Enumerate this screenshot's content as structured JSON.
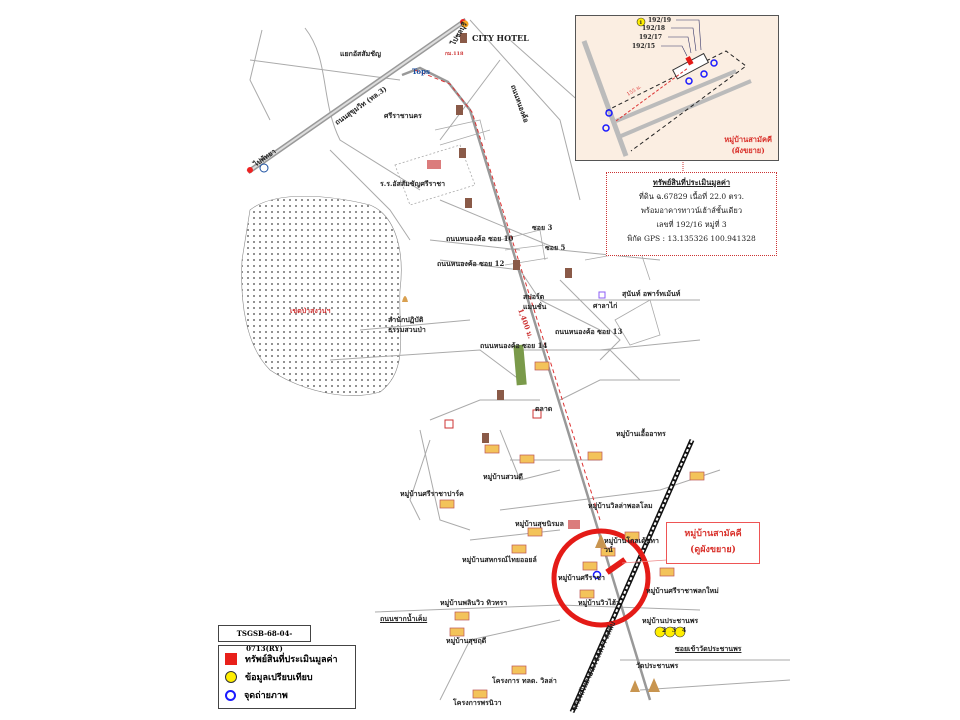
{
  "report_code": "TSGSB-68-04-0713(RY)",
  "legend": [
    {
      "label": "ทรัพย์สินที่ประเมินมูลค่า",
      "icon": "red-square",
      "color": "#e8201a"
    },
    {
      "label": "ข้อมูลเปรียบเทียบ",
      "icon": "yellow-circle",
      "color": "#ffee00"
    },
    {
      "label": "จุดถ่ายภาพ",
      "icon": "camera-direction",
      "color": "#1a1aff"
    }
  ],
  "inset": {
    "house_numbers": [
      "192/19",
      "192/18",
      "192/17",
      "192/15"
    ],
    "comparable_marker": "1",
    "distance": "155 ม.",
    "village_name": "หมู่บ้านสามัคคี",
    "village_note": "(ผังขยาย)"
  },
  "info_box": {
    "title": "ทรัพย์สินที่ประเมินมูลค่า",
    "line1": "ที่ดิน ฉ.67829 เนื้อที่ 22.0 ตรว.",
    "line2": "พร้อมอาคารทาวน์เฮ้าส์ชั้นเดียว",
    "line3": "เลขที่ 192/16 หมู่ที่ 3",
    "gps": "พิกัด GPS : 13.135326 100.941328"
  },
  "callout": {
    "line1": "หมู่บ้านสามัคคี",
    "line2": "(ดูผังขยาย)"
  },
  "comparables": [
    "2",
    "3",
    "4"
  ],
  "labels": {
    "city_hotel": "CITY HOTEL",
    "to_chonburi": "ไปชลบุรี",
    "to_pattaya": "ไปพัทยา",
    "sukhumvit": "ถนนสุขุมวิท (ทล.3)",
    "km": "กม.118",
    "tops": "Tops",
    "assumption": "แยกอัสสัมชัญ",
    "robinson": "ศรีราชานคร",
    "forest": "เขตป่าสงวนฯ",
    "temple_forest": "สำนักปฏิบัติธรรมสวนป่า",
    "school": "ร.ร.อัสสัมชัญศรีราชา",
    "distance_main": "1,400 ม.",
    "nong_kho": "ถนนหนองค้อ",
    "market": "ตลาด",
    "v1": "หมู่บ้านวิลล่าพอลโลม",
    "v2": "หมู่บ้านโกลเด้นทาวน์",
    "v3": "หมู่บ้านศรีราชา",
    "v4": "หมู่บ้านวิวไฮ้ว",
    "v5": "หมู่บ้านสุขนิรมล",
    "v6": "หมู่บ้านสหกรณ์ไทยออยล์",
    "v7": "หมู่บ้านศรีราชาปาร์ค",
    "v8": "หมู่บ้านพลินวิว ทิวทรา",
    "v9": "หมู่บ้านสุขฤดี",
    "v10": "หมู่บ้านประชานพร",
    "v11": "หมู่บ้านศรีราชาพลกใหม่",
    "v12": "โครงการ ทลด. วิลล่า",
    "v13": "โครงการพรนิวา",
    "v14": "หมู่บ้านเอื้ออาทร",
    "v15": "หมู่บ้านสวนดี",
    "temple": "วัดประชานพร",
    "railway": "ทางรถไฟสายฉะเชิงเทรา-สัตหีบ",
    "road_nam_khem": "ถนนชากน้ำเค็ม",
    "soi_temple": "ซอยเข้าวัดประชานพร",
    "soi_3": "ซอย 3",
    "soi_5": "ซอย 5",
    "soi_10": "ถนนหนองค้อ ซอย 10",
    "soi_12": "ถนนหนองค้อ ซอย 12",
    "soi_13": "ถนนหนองค้อ ซอย 13",
    "soi_14": "ถนนหนองค้อ ซอย 14",
    "sport": "สปอร์ต แมนชั่น",
    "sala": "ศาลาไก่",
    "apartment": "สุนันท์ อพาร์ทเม้นท์"
  }
}
